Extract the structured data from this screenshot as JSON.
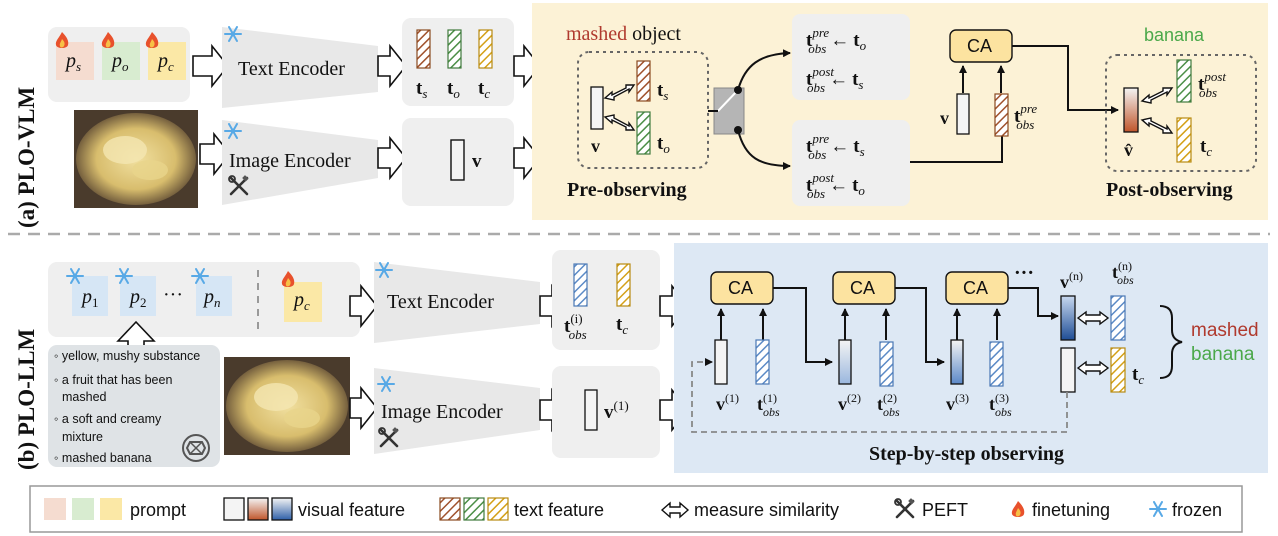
{
  "colors": {
    "bg_a": "#fcf2d6",
    "bg_b": "#dde8f4",
    "card": "#efefef",
    "ca_fill": "#fce3a0",
    "red": "#b03a2e",
    "green": "#4ba84a",
    "brown_hatch": "#a0522d",
    "green_hatch": "#4c8f47",
    "yellow_hatch": "#d4a017",
    "blue_hatch": "#5b8ac6",
    "prompt_pink": "#f5dcd0",
    "prompt_green": "#d8ecd0",
    "prompt_yellow": "#fbe8a6",
    "prompt_blue": "#d6e6f5"
  },
  "icons": {
    "fire": "fire-icon",
    "snow": "snowflake-icon",
    "tools": "tools-icon",
    "gpt": "openai-logo-icon",
    "swap": "double-arrow-icon"
  },
  "section_a": {
    "label": "(a) PLO-VLM",
    "prompts": {
      "s": "p",
      "s_sub": "s",
      "o": "p",
      "o_sub": "o",
      "c": "p",
      "c_sub": "c"
    },
    "text_encoder": "Text Encoder",
    "image_encoder": "Image Encoder",
    "t_labels": {
      "s": "t",
      "s_sub": "s",
      "o": "t",
      "o_sub": "o",
      "c": "t",
      "c_sub": "c"
    },
    "v_label": "v",
    "title_mashed": "mashed",
    "title_object": "object",
    "pre_observing": "Pre-observing",
    "post_observing": "Post-observing",
    "banana": "banana",
    "ca": "CA",
    "top_route": {
      "line1_sup": "pre",
      "line1_sub": "o",
      "line2_sup": "post",
      "line2_sub": "s"
    },
    "bottom_route": {
      "line1_sup": "pre",
      "line1_sub": "s",
      "line2_sup": "post",
      "line2_sub": "o"
    },
    "t_obs": "t",
    "obs_sub": "obs",
    "pre": "pre",
    "post": "post",
    "arrow_left": "←",
    "v_hat": "v̂"
  },
  "section_b": {
    "label": "(b) PLO-LLM",
    "prompts": [
      "p",
      "p",
      "p"
    ],
    "prompt_subs": [
      "1",
      "2",
      "n"
    ],
    "dots": "···",
    "pc": "p",
    "pc_sub": "c",
    "text_encoder": "Text Encoder",
    "image_encoder": "Image Encoder",
    "descriptions": [
      "yellow, mushy substance",
      "a fruit that has been",
      "mashed",
      "a soft and creamy",
      "mixture",
      "mashed banana"
    ],
    "bullet": "◦",
    "t_obs_i": "(i)",
    "v1": "(1)",
    "ca": "CA",
    "steps": [
      "(1)",
      "(2)",
      "(3)"
    ],
    "step_n": "(n)",
    "step_by_step": "Step-by-step observing",
    "mashed": "mashed",
    "banana": "banana"
  },
  "legend": {
    "prompt": "prompt",
    "visual_feature": "visual feature",
    "text_feature": "text feature",
    "measure_similarity": "measure similarity",
    "peft": "PEFT",
    "finetuning": "finetuning",
    "frozen": "frozen"
  }
}
